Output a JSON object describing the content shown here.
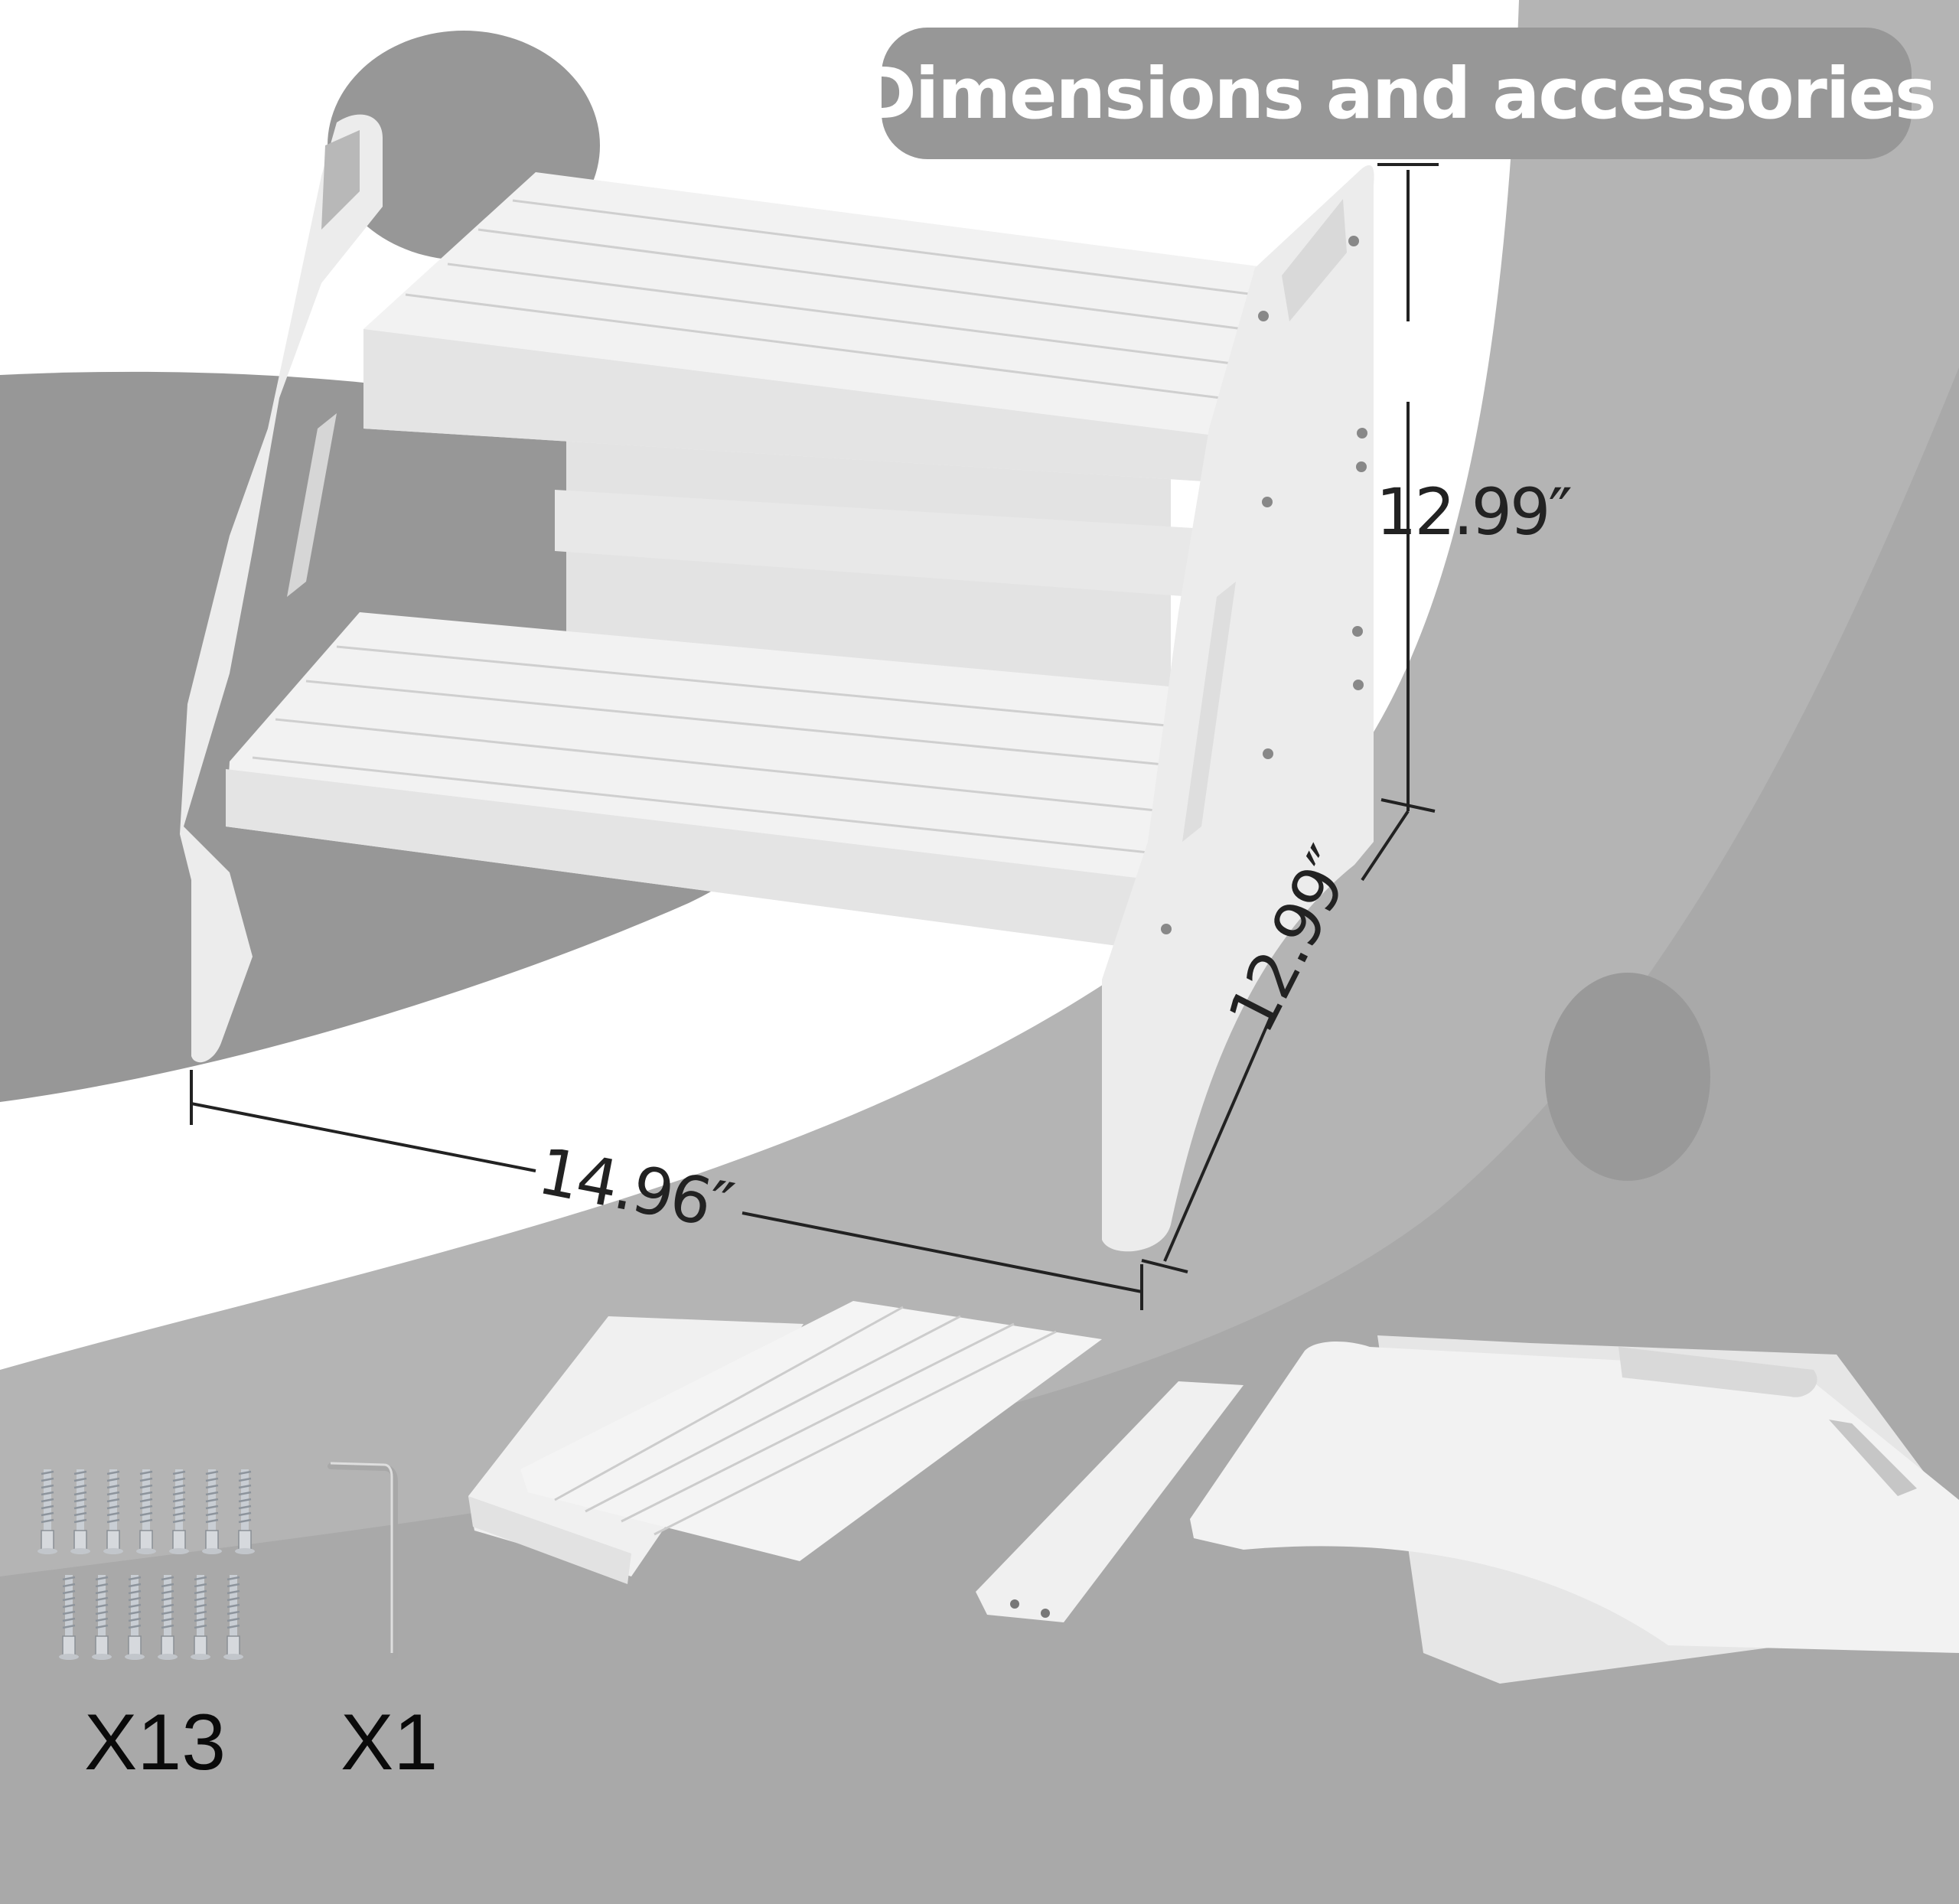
{
  "title": "Dimensions and accessories",
  "product": {
    "name": "two-step stool",
    "color": "#f0f0f0"
  },
  "dimensions": {
    "height": "12.99″",
    "depth": "12.99″",
    "width": "14.96″"
  },
  "accessories": [
    {
      "name": "screws",
      "icon": "screw-icon",
      "quantity_label": "X13",
      "count": 13
    },
    {
      "name": "hex key",
      "icon": "allen-wrench-icon",
      "quantity_label": "X1",
      "count": 1
    }
  ],
  "parts": [
    {
      "name": "step board (lower)",
      "icon": "slatted-board-icon"
    },
    {
      "name": "step board (upper)",
      "icon": "slatted-board-icon"
    },
    {
      "name": "support rail",
      "icon": "rail-icon"
    },
    {
      "name": "side panels",
      "icon": "side-panel-icon"
    }
  ],
  "colors": {
    "background_white": "#ffffff",
    "background_light_gray": "#b4b4b4",
    "background_mid_gray": "#a9a9a9",
    "background_dark_gray": "#979797",
    "title_pill": "#979797",
    "title_text": "#ffffff",
    "dimension_text": "#222222",
    "stool_white": "#f0f0f0"
  }
}
